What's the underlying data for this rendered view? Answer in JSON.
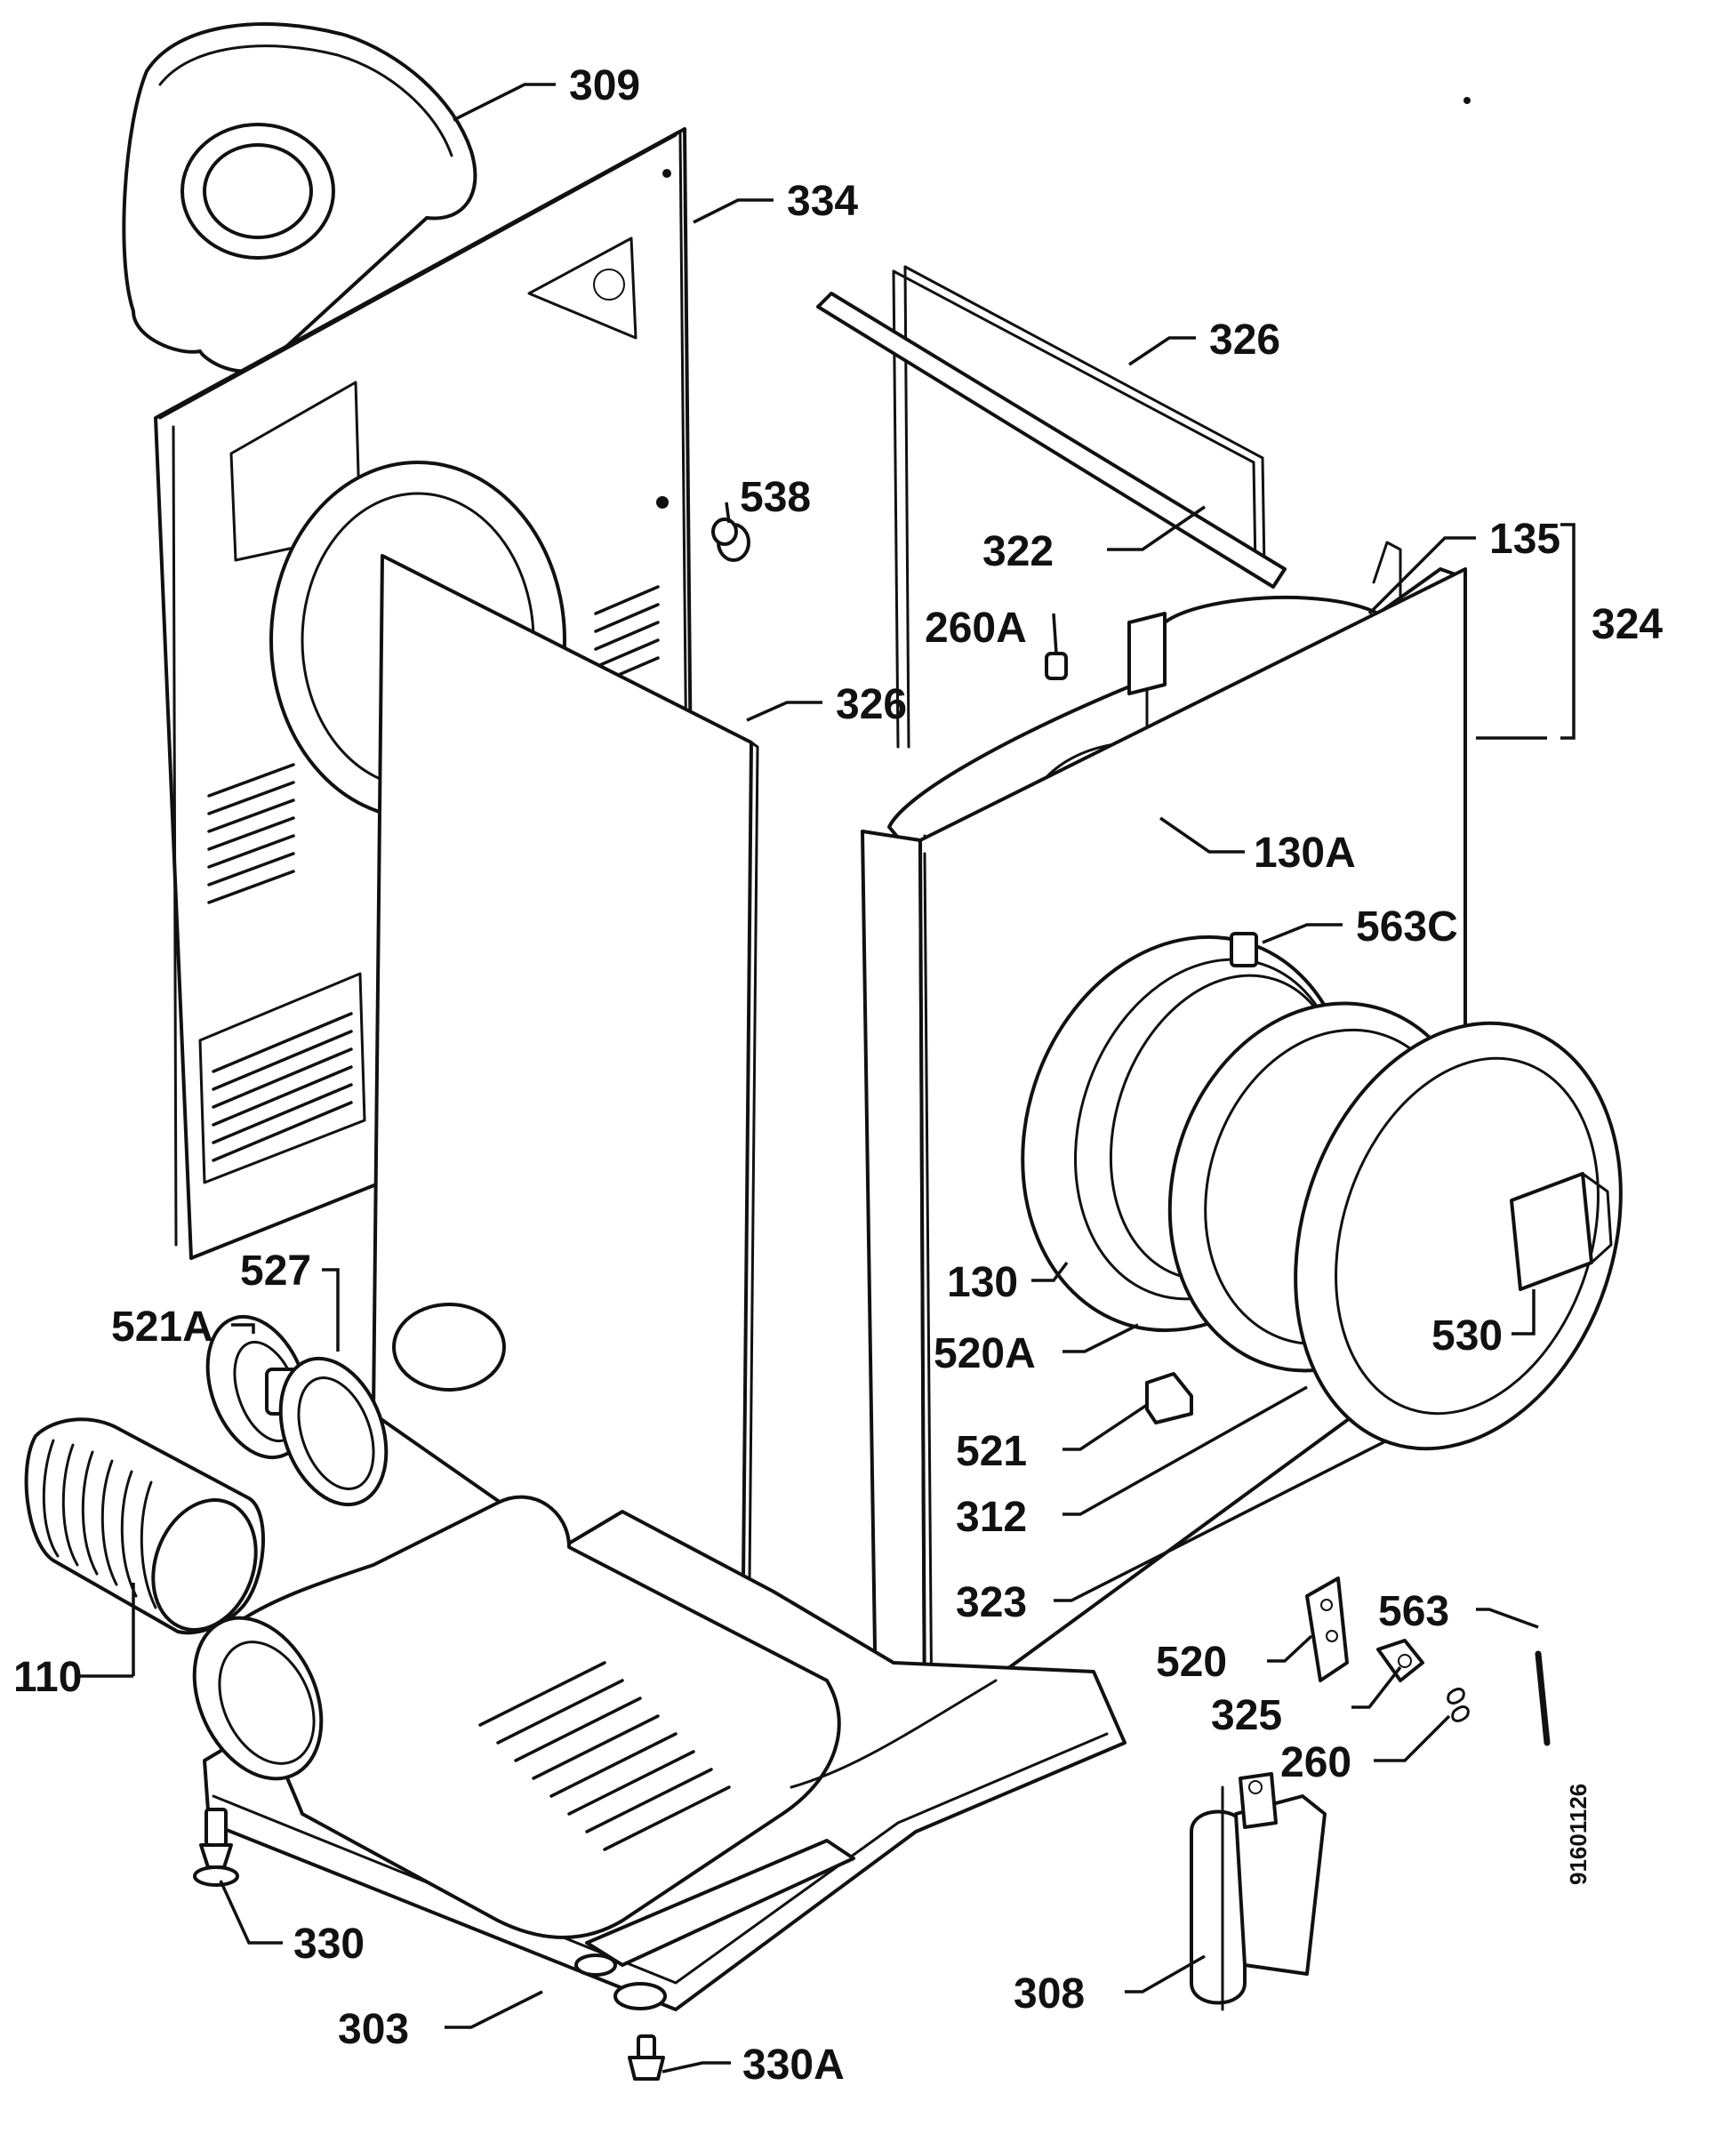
{
  "drawing_code": "91601126",
  "callouts": [
    {
      "id": "c309",
      "label": "309"
    },
    {
      "id": "c334",
      "label": "334"
    },
    {
      "id": "c326a",
      "label": "326"
    },
    {
      "id": "c538",
      "label": "538"
    },
    {
      "id": "c322",
      "label": "322"
    },
    {
      "id": "c135",
      "label": "135"
    },
    {
      "id": "c324",
      "label": "324"
    },
    {
      "id": "c260a",
      "label": "260A"
    },
    {
      "id": "c326b",
      "label": "326"
    },
    {
      "id": "c130a",
      "label": "130A"
    },
    {
      "id": "c563c",
      "label": "563C"
    },
    {
      "id": "c527",
      "label": "527"
    },
    {
      "id": "c521a",
      "label": "521A"
    },
    {
      "id": "c130",
      "label": "130"
    },
    {
      "id": "c530",
      "label": "530"
    },
    {
      "id": "c520a",
      "label": "520A"
    },
    {
      "id": "c521",
      "label": "521"
    },
    {
      "id": "c312",
      "label": "312"
    },
    {
      "id": "c323",
      "label": "323"
    },
    {
      "id": "c563",
      "label": "563"
    },
    {
      "id": "c520",
      "label": "520"
    },
    {
      "id": "c325",
      "label": "325"
    },
    {
      "id": "c110",
      "label": "110"
    },
    {
      "id": "c260",
      "label": "260"
    },
    {
      "id": "c330",
      "label": "330"
    },
    {
      "id": "c308",
      "label": "308"
    },
    {
      "id": "c303",
      "label": "303"
    },
    {
      "id": "c330a",
      "label": "330A"
    }
  ]
}
